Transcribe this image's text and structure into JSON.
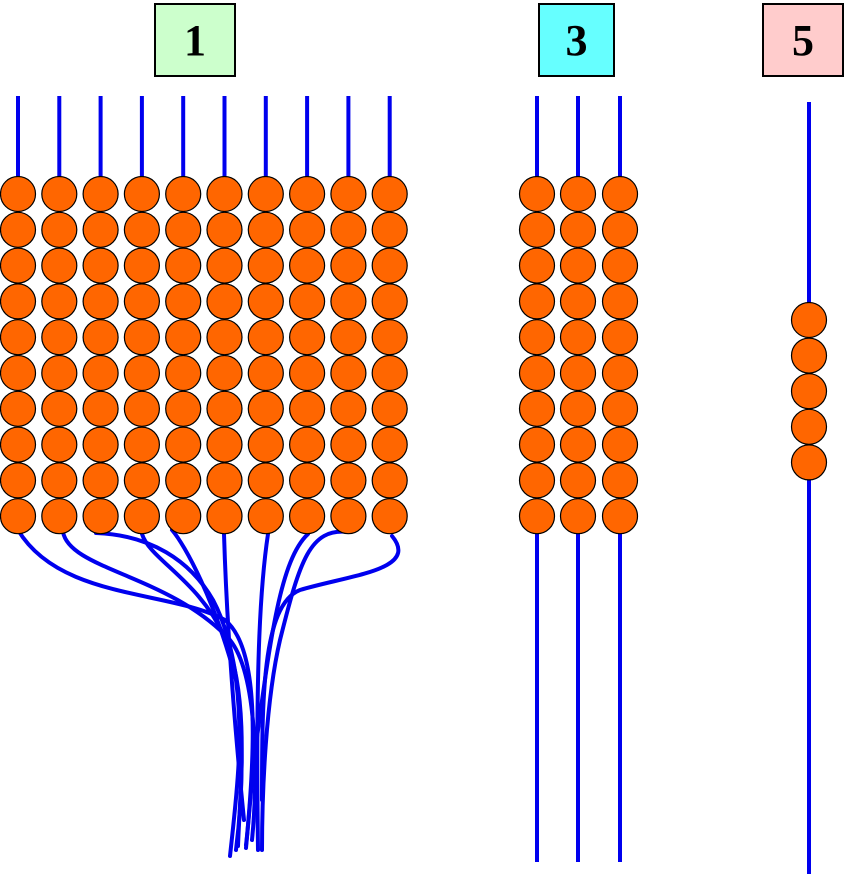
{
  "groups": [
    {
      "label": "1",
      "label_color": "#ccffcc",
      "columns": 10,
      "beads_per_column": 10
    },
    {
      "label": "3",
      "label_color": "#66ffff",
      "columns": 3,
      "beads_per_column": 10
    },
    {
      "label": "5",
      "label_color": "#ffcccc",
      "columns": 1,
      "beads_per_column": 5
    }
  ],
  "colors": {
    "string": "#0000ee",
    "bead_fill": "#ff6600",
    "bead_stroke": "#000000"
  }
}
